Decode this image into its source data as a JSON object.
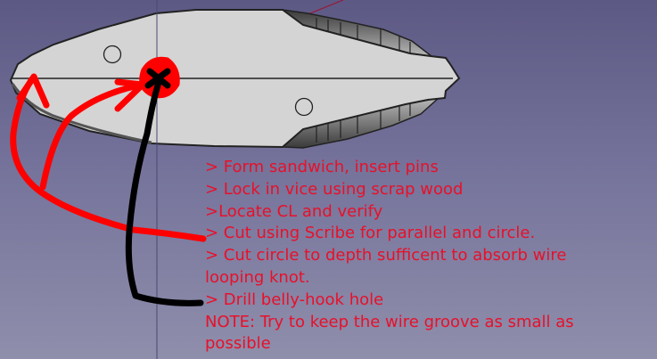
{
  "notes": {
    "lines": [
      "> Form sandwich, insert pins",
      "> Lock in vice using scrap wood",
      ">Locate CL and verify",
      "> Cut using Scribe for parallel and circle.",
      "> Cut circle to depth sufficent to absorb wire",
      "looping knot.",
      "> Drill belly-hook hole",
      "NOTE: Try to keep the wire groove as small as",
      "possible"
    ]
  },
  "colors": {
    "annotation_text": "#e8102a",
    "part_face": "#d4d4d4",
    "background_top": "#5c5984",
    "background_bottom": "#8f8eab"
  }
}
